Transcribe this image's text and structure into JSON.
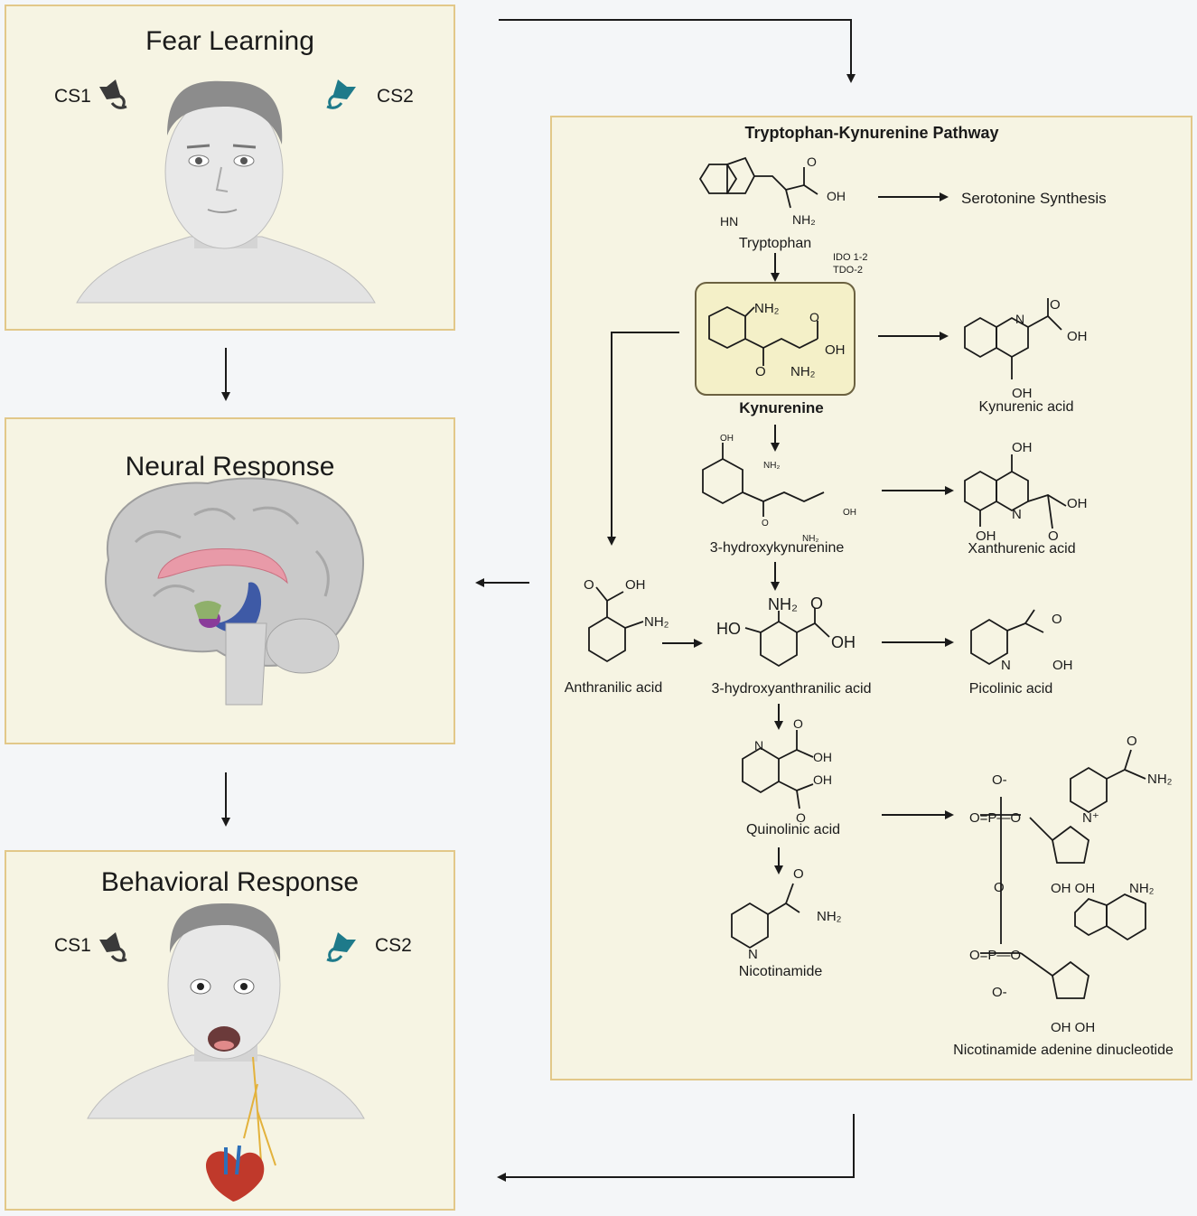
{
  "panels": {
    "fear": {
      "title": "Fear Learning",
      "cs1": "CS1",
      "cs2": "CS2"
    },
    "neural": {
      "title": "Neural Response"
    },
    "behavioral": {
      "title": "Behavioral Response",
      "cs1": "CS1",
      "cs2": "CS2"
    }
  },
  "pathway": {
    "title": "Tryptophan-Kynurenine Pathway",
    "enzyme_line1": "IDO 1-2",
    "enzyme_line2": "TDO-2",
    "compounds": {
      "tryptophan": "Tryptophan",
      "serotonine": "Serotonine Synthesis",
      "kynurenine": "Kynurenine",
      "kynurenic": "Kynurenic acid",
      "hydroxykynurenine": "3-hydroxykynurenine",
      "xanthurenic": "Xanthurenic acid",
      "anthranilic": "Anthranilic acid",
      "hydroxyanthranilic": "3-hydroxyanthranilic acid",
      "picolinic": "Picolinic acid",
      "quinolinic": "Quinolinic acid",
      "nicotinamide": "Nicotinamide",
      "nad": "Nicotinamide adenine dinucleotide"
    }
  },
  "colors": {
    "panel_bg": "#f6f4e3",
    "panel_border": "#e2c889",
    "kynurenine_box": "#f4f0c8",
    "cs1_icon": "#3a3a3a",
    "cs2_icon": "#1e7a8a"
  }
}
